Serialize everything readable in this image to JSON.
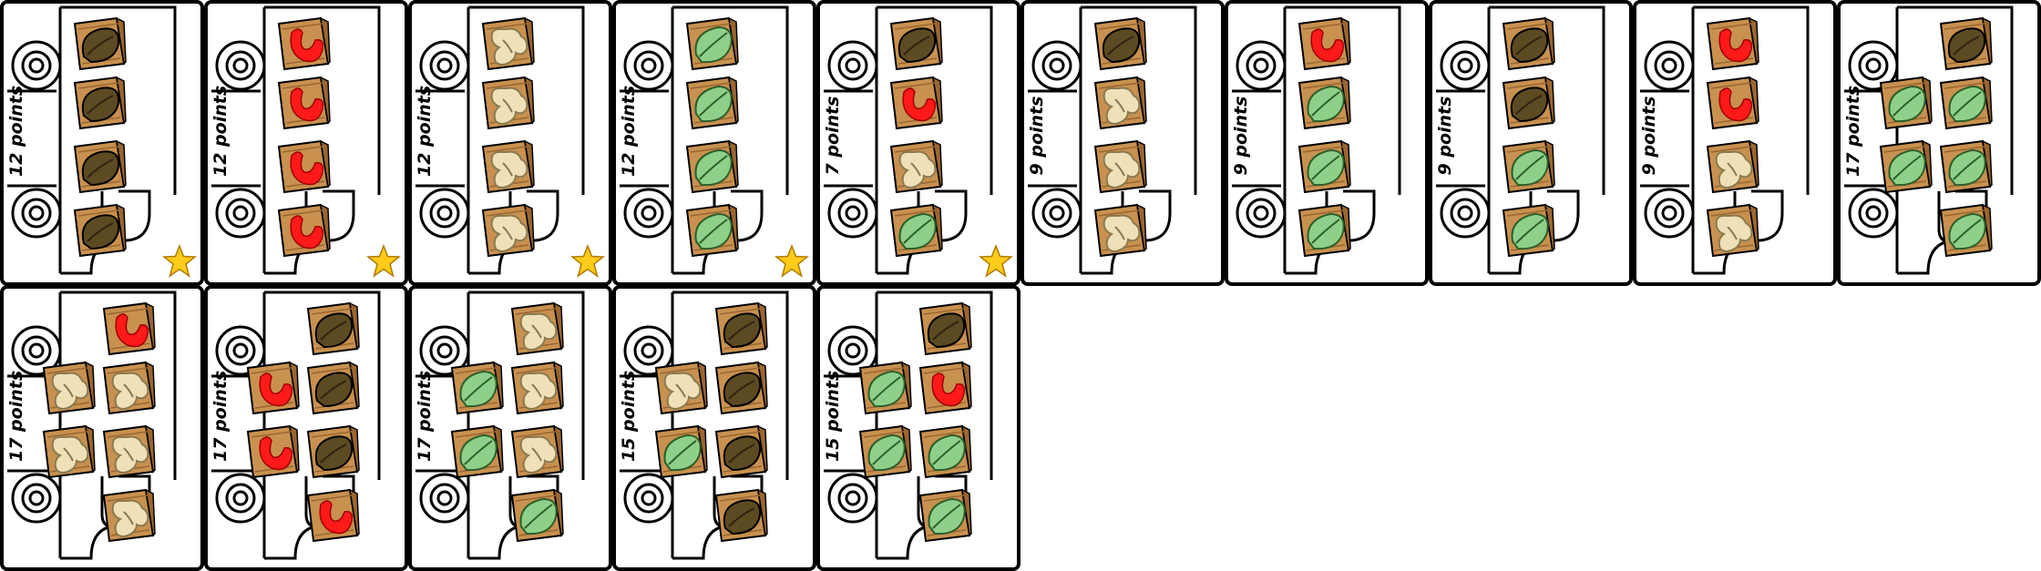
{
  "crate_types": {
    "walnut": {
      "icon": "walnut-icon",
      "color": "#5c4a22"
    },
    "cashew": {
      "icon": "cashew-icon",
      "color": "#ff1a1a"
    },
    "peanut": {
      "icon": "peanut-icon",
      "color": "#efe0b8"
    },
    "pistachio": {
      "icon": "pistachio-icon",
      "color": "#8ed08a"
    }
  },
  "colors": {
    "crate": "#c8914f",
    "crate_dark": "#9a6630",
    "star": "#ffcc1a",
    "outline": "#000000"
  },
  "cards": [
    {
      "label": "12 points",
      "star": true,
      "crates": [
        [
          "walnut"
        ],
        [
          "walnut"
        ],
        [
          "walnut"
        ],
        [
          "walnut"
        ]
      ]
    },
    {
      "label": "12 points",
      "star": true,
      "crates": [
        [
          "cashew"
        ],
        [
          "cashew"
        ],
        [
          "cashew"
        ],
        [
          "cashew"
        ]
      ]
    },
    {
      "label": "12 points",
      "star": true,
      "crates": [
        [
          "peanut"
        ],
        [
          "peanut"
        ],
        [
          "peanut"
        ],
        [
          "peanut"
        ]
      ]
    },
    {
      "label": "12 points",
      "star": true,
      "crates": [
        [
          "pistachio"
        ],
        [
          "pistachio"
        ],
        [
          "pistachio"
        ],
        [
          "pistachio"
        ]
      ]
    },
    {
      "label": "7 points",
      "star": true,
      "crates": [
        [
          "walnut"
        ],
        [
          "cashew"
        ],
        [
          "peanut"
        ],
        [
          "pistachio"
        ]
      ]
    },
    {
      "label": "9 points",
      "star": false,
      "crates": [
        [
          "walnut"
        ],
        [
          "peanut"
        ],
        [
          "peanut"
        ],
        [
          "peanut"
        ]
      ]
    },
    {
      "label": "9 points",
      "star": false,
      "crates": [
        [
          "cashew"
        ],
        [
          "pistachio"
        ],
        [
          "pistachio"
        ],
        [
          "pistachio"
        ]
      ]
    },
    {
      "label": "9 points",
      "star": false,
      "crates": [
        [
          "walnut"
        ],
        [
          "walnut"
        ],
        [
          "pistachio"
        ],
        [
          "pistachio"
        ]
      ]
    },
    {
      "label": "9 points",
      "star": false,
      "crates": [
        [
          "cashew"
        ],
        [
          "cashew"
        ],
        [
          "peanut"
        ],
        [
          "peanut"
        ]
      ]
    },
    {
      "label": "17 points",
      "star": false,
      "crates": [
        [
          "walnut"
        ],
        [
          "pistachio",
          "pistachio"
        ],
        [
          "pistachio",
          "pistachio"
        ],
        [
          "pistachio"
        ]
      ]
    },
    {
      "label": "17 points",
      "star": false,
      "crates": [
        [
          "cashew"
        ],
        [
          "peanut",
          "peanut"
        ],
        [
          "peanut",
          "peanut"
        ],
        [
          "peanut"
        ]
      ]
    },
    {
      "label": "17 points",
      "star": false,
      "crates": [
        [
          "walnut"
        ],
        [
          "cashew",
          "walnut"
        ],
        [
          "cashew",
          "walnut"
        ],
        [
          "cashew"
        ]
      ]
    },
    {
      "label": "17 points",
      "star": false,
      "crates": [
        [
          "peanut"
        ],
        [
          "pistachio",
          "peanut"
        ],
        [
          "pistachio",
          "peanut"
        ],
        [
          "pistachio"
        ]
      ]
    },
    {
      "label": "15 points",
      "star": false,
      "crates": [
        [
          "walnut"
        ],
        [
          "peanut",
          "walnut"
        ],
        [
          "pistachio",
          "walnut"
        ],
        [
          "walnut"
        ]
      ]
    },
    {
      "label": "15 points",
      "star": false,
      "crates": [
        [
          "walnut"
        ],
        [
          "pistachio",
          "cashew"
        ],
        [
          "pistachio",
          "pistachio"
        ],
        [
          "pistachio"
        ]
      ]
    }
  ]
}
